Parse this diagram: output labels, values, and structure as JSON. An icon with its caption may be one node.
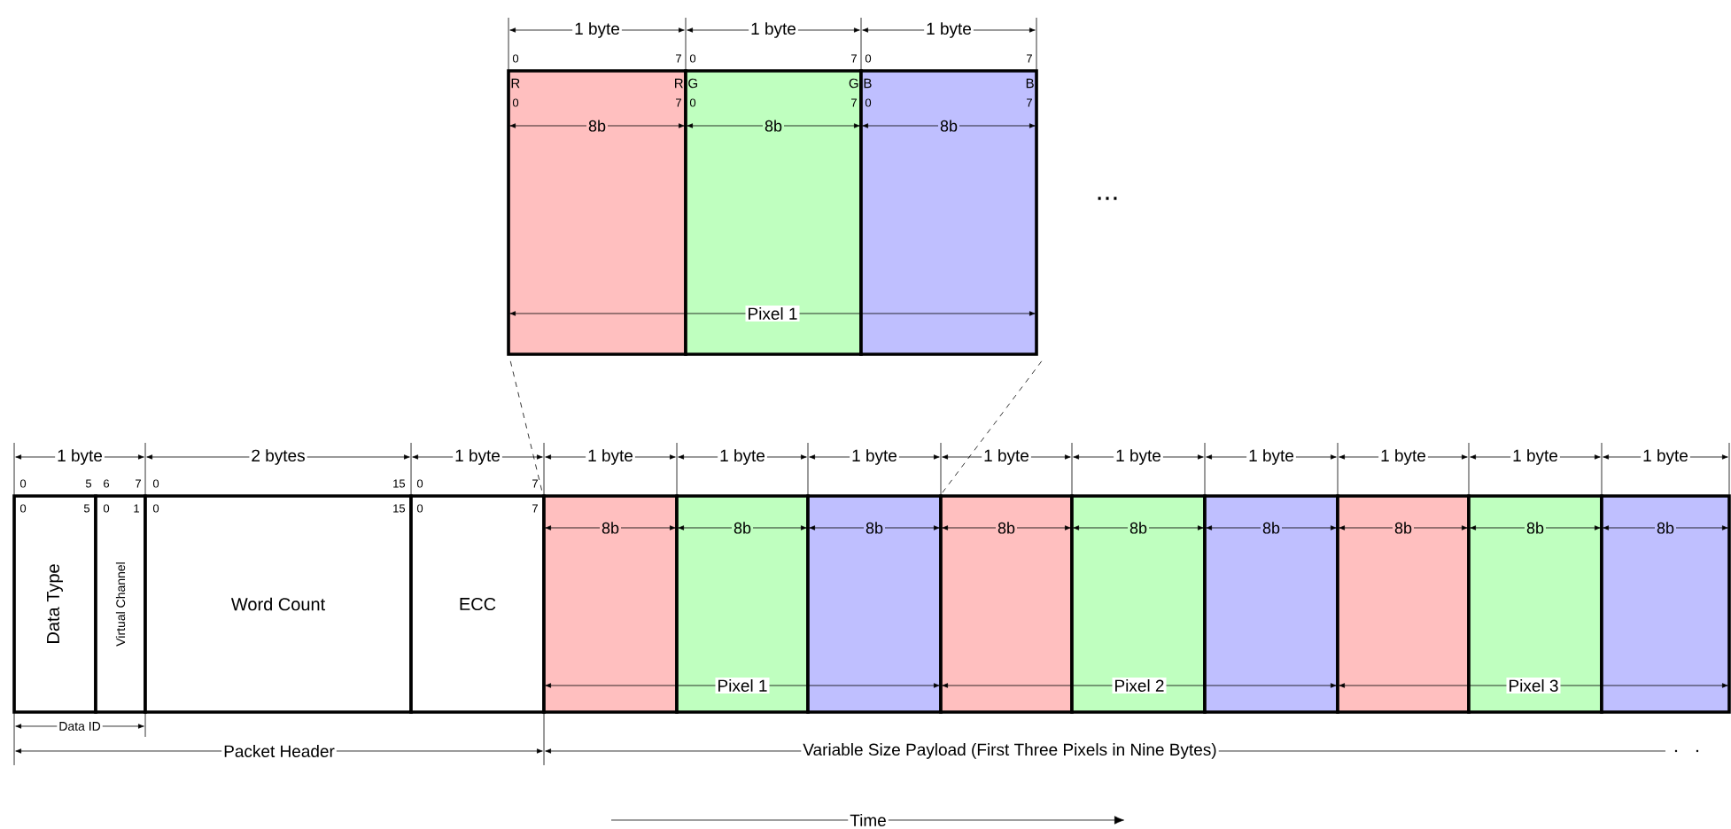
{
  "diagram": {
    "nodes": [
      {
        "text": [],
        "shape": "box"
      },
      {
        "text": [],
        "shape": "box"
      },
      {
        "text": [],
        "shape": "box"
      },
      {
        "text": [
          "Data Type"
        ]
      },
      {
        "text": [
          "Virtual Channel"
        ]
      },
      {
        "text": [
          "Word Count"
        ]
      },
      {
        "text": [
          "ECC"
        ]
      },
      {
        "text": [],
        "shape": "box"
      },
      {
        "text": [],
        "shape": "box"
      },
      {
        "text": [],
        "shape": "box"
      },
      {
        "text": [],
        "shape": "box"
      },
      {
        "text": [],
        "shape": "box"
      },
      {
        "text": [],
        "shape": "box"
      },
      {
        "text": [],
        "shape": "box"
      },
      {
        "text": [],
        "shape": "box"
      },
      {
        "text": [],
        "shape": "box"
      }
    ],
    "edges": [
      {
        "from": 0,
        "to": 7,
        "arrow": "none",
        "style": "dashed"
      },
      {
        "from": 2,
        "to": 9,
        "arrow": "none",
        "style": "dashed"
      }
    ],
    "labels": [
      "1 byte",
      "1 byte",
      "1 byte",
      "0",
      "7",
      "0",
      "7",
      "0",
      "7",
      "R",
      "R",
      "G",
      "G",
      "B",
      "B",
      "0",
      "7",
      "0",
      "7",
      "0",
      "7",
      "8b",
      "8b",
      "8b",
      "...",
      "Pixel 1",
      "1 byte",
      "2 bytes",
      "1 byte",
      "1 byte",
      "1 byte",
      "1 byte",
      "1 byte",
      "1 byte",
      "1 byte",
      "1 byte",
      "1 byte",
      "1 byte",
      "0",
      "5",
      "6",
      "7",
      "0",
      "15",
      "0",
      "7",
      "0",
      "5",
      "0",
      "1",
      "0",
      "15",
      "0",
      "7",
      "8b",
      "8b",
      "8b",
      "8b",
      "8b",
      "8b",
      "8b",
      "8b",
      "8b",
      "Pixel 1",
      "Pixel 2",
      "Pixel 3",
      "Data ID",
      "Packet Header",
      "Variable Size Payload (First Three Pixels in Nine Bytes)",
      "Time"
    ]
  }
}
